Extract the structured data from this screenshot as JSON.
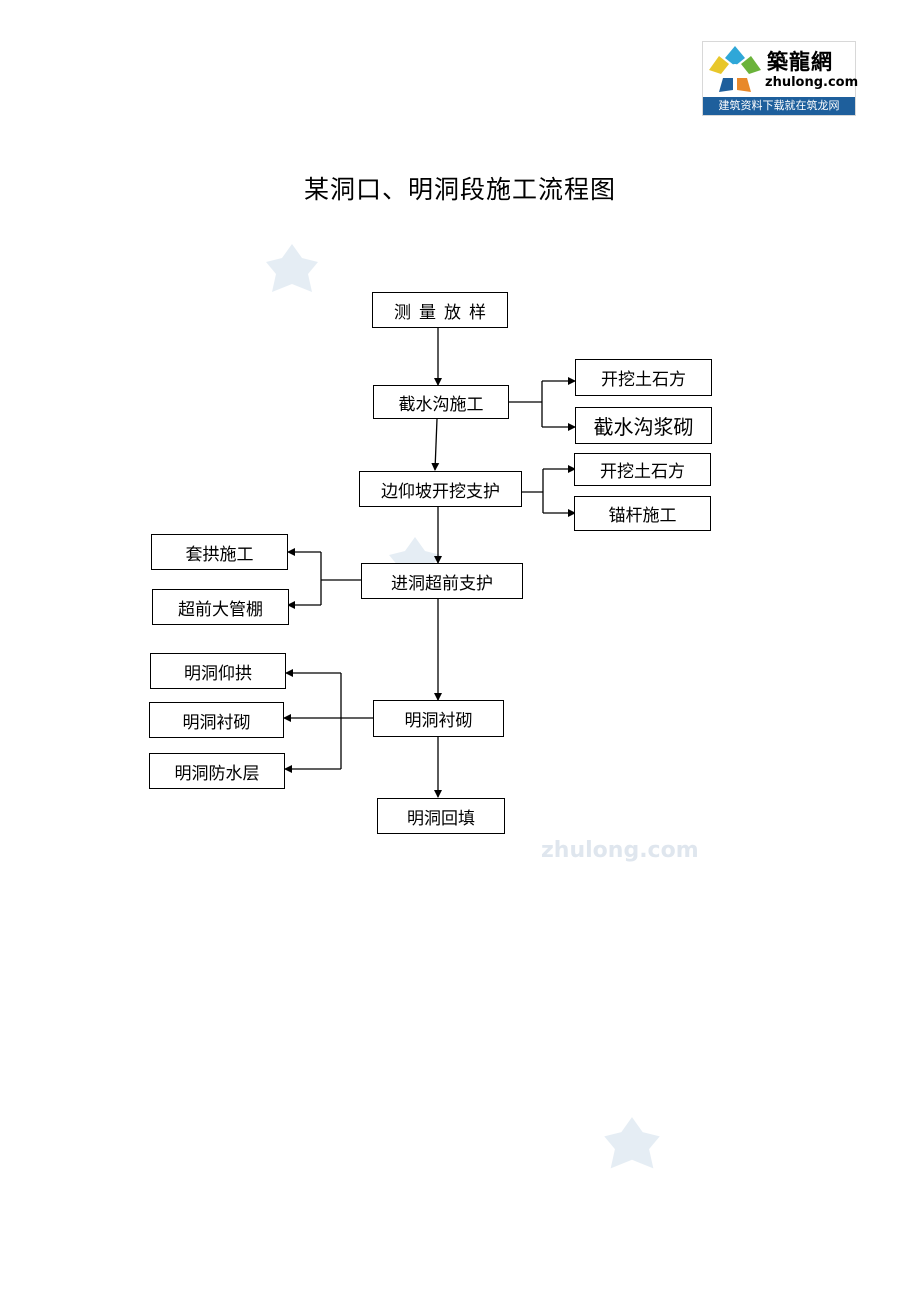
{
  "logo": {
    "name": "築龍網",
    "url": "zhulong.com",
    "tagline": "建筑资料下载就在筑龙网"
  },
  "watermark": "zhulong.com",
  "title": "某洞口、明洞段施工流程图",
  "steps": {
    "survey": "测量放样",
    "ditch": "截水沟施工",
    "slope": "边仰坡开挖支护",
    "advance": "进洞超前支护",
    "lining": "明洞衬砌",
    "backfill": "明洞回填"
  },
  "right_branches": {
    "ditch_excavation": "开挖土石方",
    "ditch_masonry": "截水沟浆砌",
    "slope_excavation": "开挖土石方",
    "slope_anchor": "锚杆施工"
  },
  "left_branches": {
    "arch_cover": "套拱施工",
    "pipe_roof": "超前大管棚",
    "invert": "明洞仰拱",
    "lining_sub": "明洞衬砌",
    "waterproof": "明洞防水层"
  },
  "colors": {
    "line": "#000000",
    "logo_blue": "#1e5f9c",
    "logo_orange": "#e8892a",
    "logo_green": "#6bb33b",
    "logo_cyan": "#2fa7d8"
  }
}
